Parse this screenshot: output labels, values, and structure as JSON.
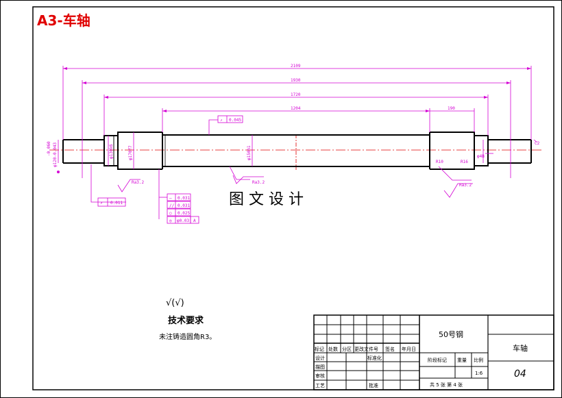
{
  "title": "A3-车轴",
  "watermark": "图 文 设 计",
  "dimensions": {
    "overall": "2109",
    "d1930": "1930",
    "d1720": "1720",
    "d1204": "1204",
    "d190": "190",
    "left_dia1": "-0.060",
    "left_dia2": "φ120-0.043",
    "journal_dia": "φ130k6",
    "wheel_seat": "φ170f7",
    "body_dia": "φ150h1",
    "right_seat": "φ4B",
    "chamfer": "C2",
    "r10": "R10",
    "r16": "R16",
    "ra_left": "Ra3.2",
    "ra_mid": "Ra3.2",
    "ra_right": "Ra3.2",
    "runout_top": "0.045",
    "runout_bottom": "0.011",
    "tol_frame": [
      "0.031",
      "0.031",
      "0.025",
      "φ0.03"
    ],
    "tol_ref": "A"
  },
  "tech": {
    "symbol": "√(√)",
    "heading": "技术要求",
    "note": "未注铸造圆角R3。"
  },
  "title_block": {
    "material": "50号钢",
    "part_name": "车轴",
    "drawing_no": "04",
    "scale": "1:6",
    "sheet": "共 5 张  第 4 张",
    "row_headers": [
      "标记",
      "处数",
      "分区",
      "更改文件号",
      "签名",
      "年月日"
    ],
    "design": "设计",
    "standard": "标准化",
    "drafting": "描图",
    "check": "审核",
    "process": "工艺",
    "approve": "批准",
    "stage": "阶段标记",
    "weight": "重量",
    "ratio": "比例"
  },
  "colors": {
    "title": "#e00000",
    "dimension": "#d400d4",
    "centerline": "#e00000",
    "outline": "#000000"
  }
}
